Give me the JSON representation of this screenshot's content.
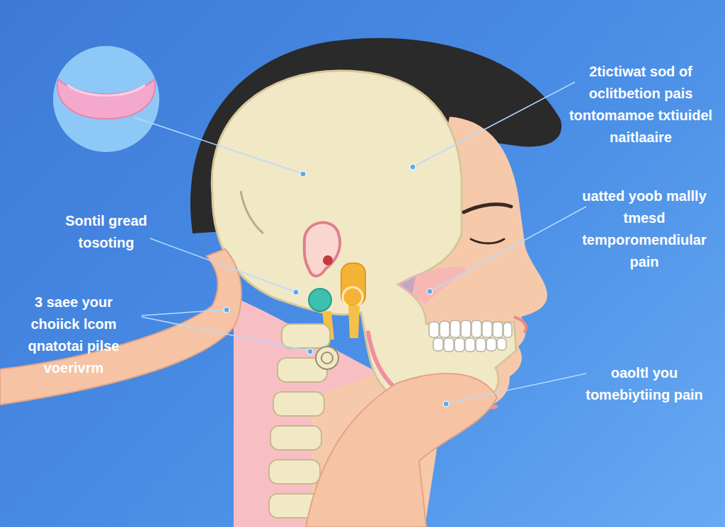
{
  "diagram": {
    "labels": [
      "2tictiwat sod of oclitbetion pais tontomamoe txtiuidel naitlaaire",
      "uatted yoob mallly tmesd temporomendiular pain",
      "Sontil gread tosoting",
      "3 saee your choiick lcom qnatotai pilse voerivrm",
      "oaoltl you tomebiytiing pain"
    ]
  }
}
